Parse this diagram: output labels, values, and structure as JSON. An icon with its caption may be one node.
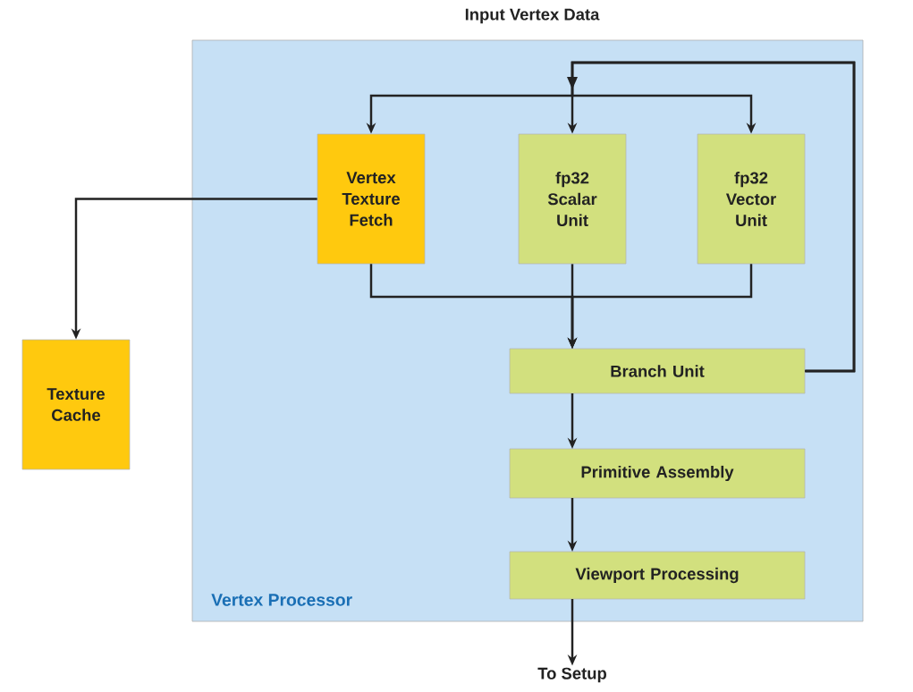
{
  "diagram": {
    "nodes": [
      {
        "text": [
          "Vertex Processor"
        ]
      },
      {
        "text": [
          "Vertex Texture Fetch"
        ],
        "in": 0
      },
      {
        "text": [
          "fp32 Scalar Unit"
        ],
        "in": 0
      },
      {
        "text": [
          "fp32 Vector Unit"
        ],
        "in": 0
      },
      {
        "text": [
          "Branch Unit"
        ],
        "in": 0
      },
      {
        "text": [
          "Primitive Assembly"
        ],
        "in": 0
      },
      {
        "text": [
          "Viewport Processing"
        ],
        "in": 0
      },
      {
        "text": [
          "Texture Cache"
        ]
      },
      {
        "text": [
          "To Setup"
        ]
      }
    ],
    "edges": [
      {
        "from": 1,
        "to": 7,
        "arrow": "to"
      },
      {
        "from": 1,
        "to": 4,
        "arrow": "to"
      },
      {
        "from": 2,
        "to": 4,
        "arrow": "to"
      },
      {
        "from": 3,
        "to": 4,
        "arrow": "to"
      },
      {
        "from": 4,
        "to": 1,
        "arrow": "to"
      },
      {
        "from": 4,
        "to": 2,
        "arrow": "to"
      },
      {
        "from": 4,
        "to": 3,
        "arrow": "to"
      },
      {
        "from": 4,
        "to": 5,
        "arrow": "to"
      },
      {
        "from": 5,
        "to": 6,
        "arrow": "to"
      },
      {
        "from": 6,
        "to": 8,
        "arrow": "to"
      }
    ],
    "labels": [
      "Input Vertex Data"
    ]
  }
}
